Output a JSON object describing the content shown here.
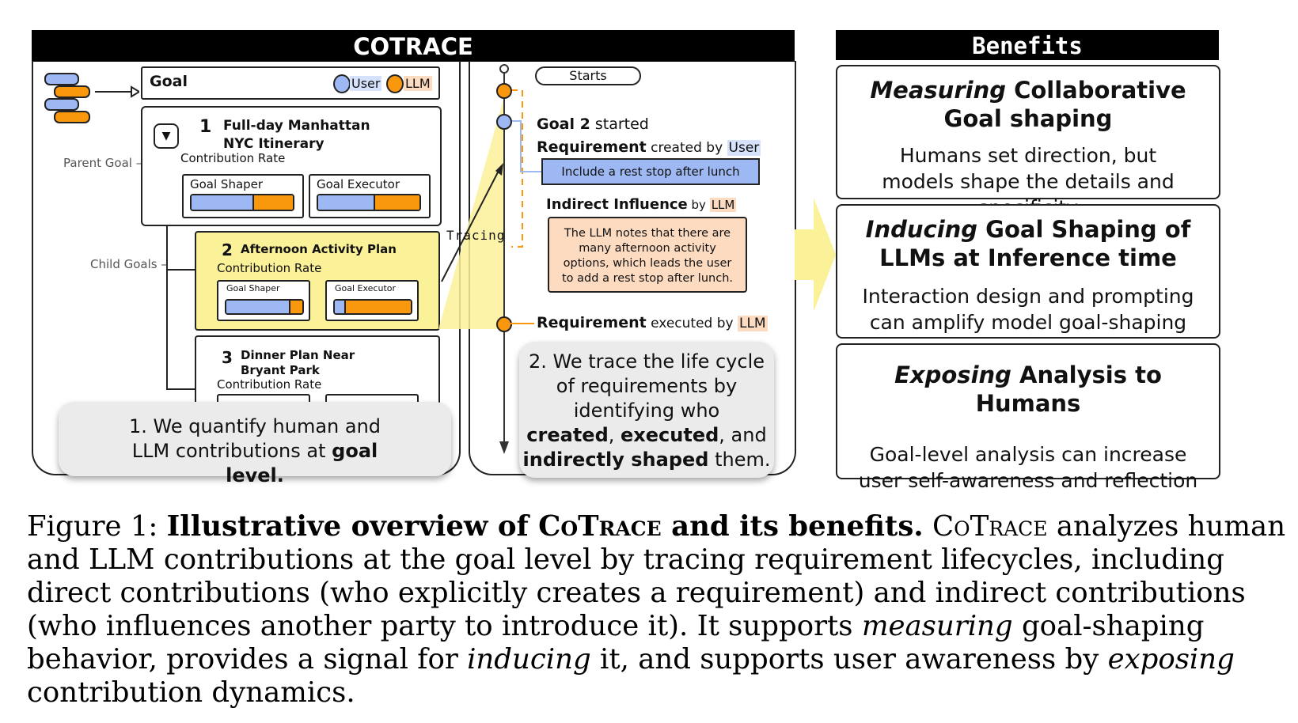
{
  "cotrace": {
    "header": "COTRACE",
    "goal_label": "Goal",
    "legend_user": "User",
    "legend_llm": "LLM",
    "parent_goal_label": "Parent Goal",
    "child_goals_label": "Child Goals",
    "goals": [
      {
        "num": "1",
        "title_line1": "Full-day Manhattan",
        "title_line2": "NYC Itinerary",
        "contribution_label": "Contribution Rate",
        "shaper_label": "Goal Shaper",
        "executor_label": "Goal Executor",
        "shaper_user_frac": 0.6,
        "executor_user_frac": 0.55
      },
      {
        "num": "2",
        "title_line1": "Afternoon Activity Plan",
        "contribution_label": "Contribution Rate",
        "shaper_label": "Goal Shaper",
        "executor_label": "Goal Executor",
        "shaper_user_frac": 0.82,
        "executor_user_frac": 0.12
      },
      {
        "num": "3",
        "title_line1": "Dinner Plan Near",
        "title_line2": "Bryant Park",
        "contribution_label": "Contribution Rate"
      }
    ],
    "tracing_label": "Tracing",
    "callout1_pre": "1. We quantify human and LLM contributions at ",
    "callout1_bold": "goal level."
  },
  "trace": {
    "starts": "Starts",
    "goal_started_bold": "Goal 2",
    "goal_started_rest": " started",
    "req_created_bold": "Requirement",
    "req_created_rest": " created by ",
    "req_created_actor": "User",
    "req_text": "Include a rest stop after lunch",
    "indirect_bold": "Indirect Influence",
    "indirect_rest": " by ",
    "indirect_actor": "LLM",
    "indirect_text": "The LLM notes that there are many afternoon activity options, which leads the user to add a rest stop after lunch.",
    "req_executed_bold": "Requirement",
    "req_executed_rest": " executed  by ",
    "req_executed_actor": "LLM",
    "callout2_l1": "2. We trace the life cycle",
    "callout2_l2": "of requirements by",
    "callout2_l3": "identifying who",
    "callout2_b1": "created",
    "callout2_s1": ", ",
    "callout2_b2": "executed",
    "callout2_s2": ", and",
    "callout2_b3": "indirectly shaped",
    "callout2_s3": " them."
  },
  "benefits": {
    "header": "Benefits",
    "items": [
      {
        "title_em": "Measuring",
        "title_rest": " Collaborative Goal shaping",
        "text": "Humans set direction, but models shape the details and specificity"
      },
      {
        "title_em": "Inducing",
        "title_rest": " Goal Shaping of LLMs at Inference time",
        "text": "Interaction design and prompting can amplify model goal-shaping"
      },
      {
        "title_em": "Exposing",
        "title_rest": " Analysis to Humans",
        "text": "Goal-level analysis can increase user self-awareness and reflection"
      }
    ]
  },
  "caption": {
    "prefix": "Figure 1: ",
    "bold_a": "Illustrative overview of ",
    "bold_name": "CoTrace",
    "bold_b": " and its benefits.",
    "name2": "CoTrace",
    "t1": " analyzes human and LLM contributions at the goal level by tracing requirement lifecycles, including direct contributions (who explicitly creates a requirement) and indirect contributions (who influences another party to introduce it). It supports ",
    "em1": "measuring",
    "t2": " goal-shaping behavior, provides a signal for ",
    "em2": "inducing",
    "t3": " it, and supports user awareness by ",
    "em3": "exposing",
    "t4": " contribution dynamics."
  },
  "colors": {
    "user": "#9db8f2",
    "llm": "#f9970d",
    "highlight": "#fbf199",
    "influence": "#fcdbc1",
    "callout": "#ebebeb"
  }
}
